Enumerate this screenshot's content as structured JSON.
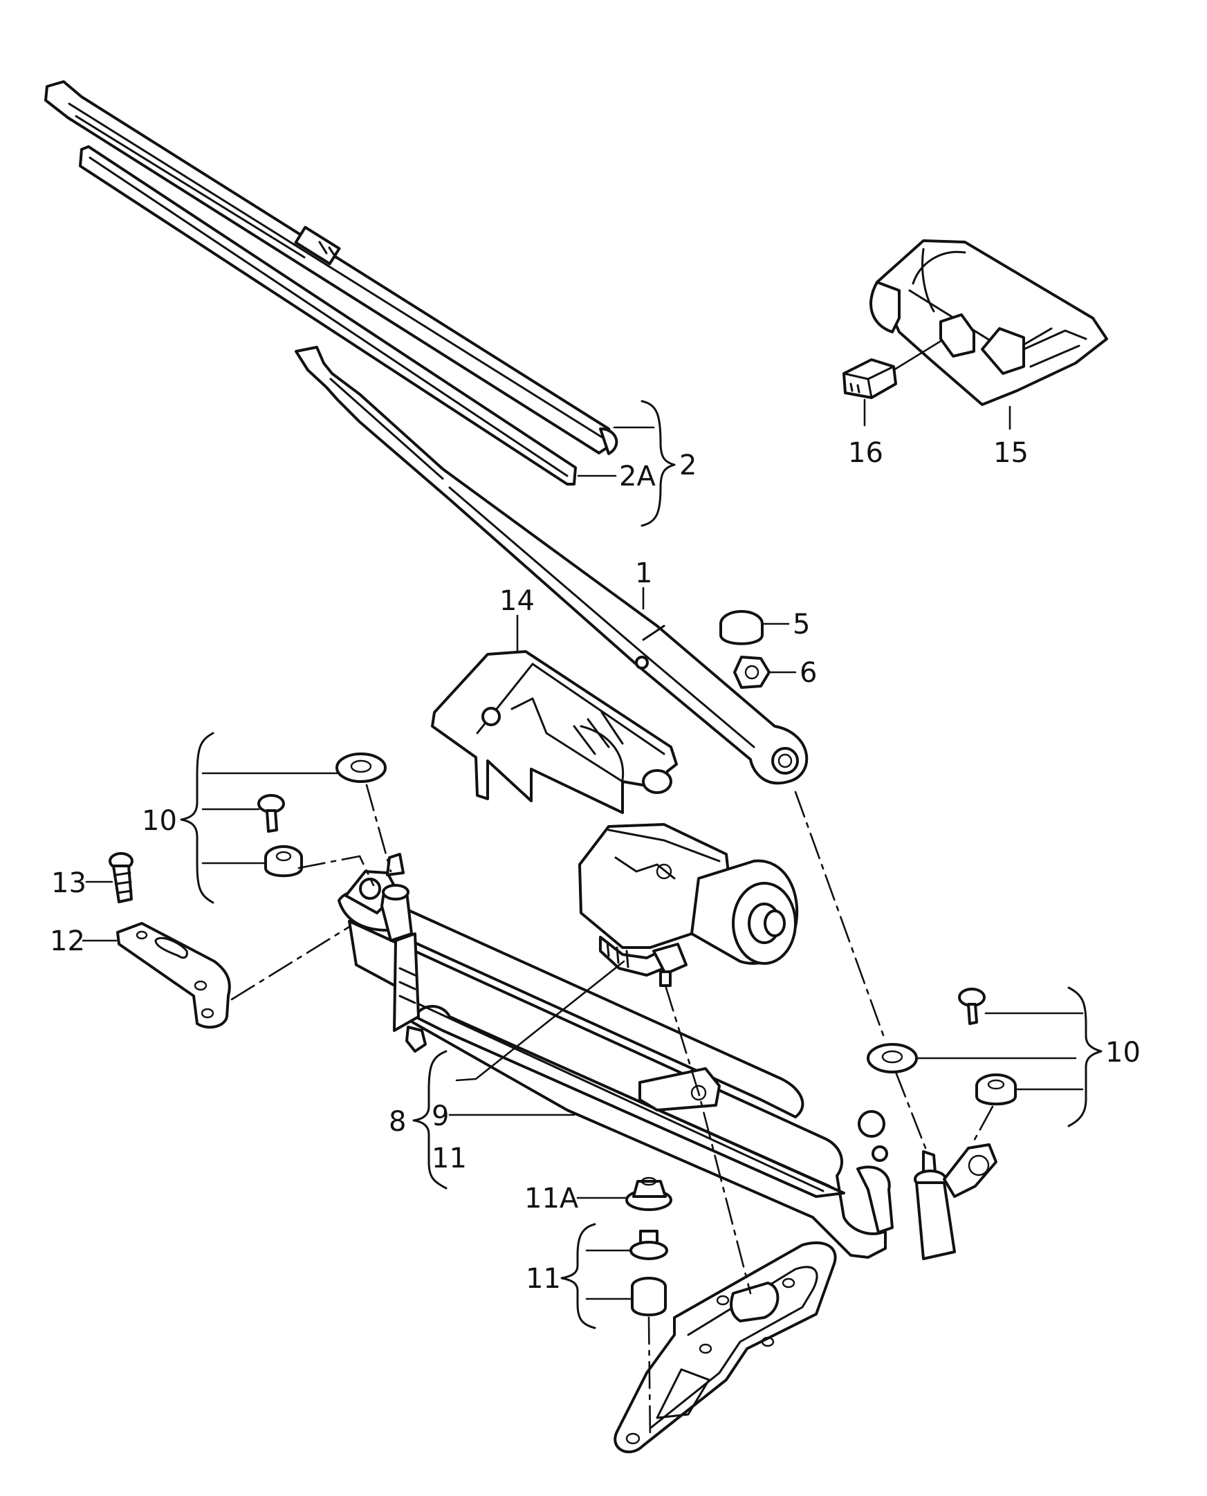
{
  "callouts": {
    "c1": "1",
    "c2": "2",
    "c2a": "2A",
    "c5": "5",
    "c6": "6",
    "c8": "8",
    "c9": "9",
    "c10_left": "10",
    "c10_right": "10",
    "c11_bracket": "11",
    "c11a": "11A",
    "c11_lower": "11",
    "c12": "12",
    "c13": "13",
    "c14": "14",
    "c15": "15",
    "c16": "16"
  }
}
